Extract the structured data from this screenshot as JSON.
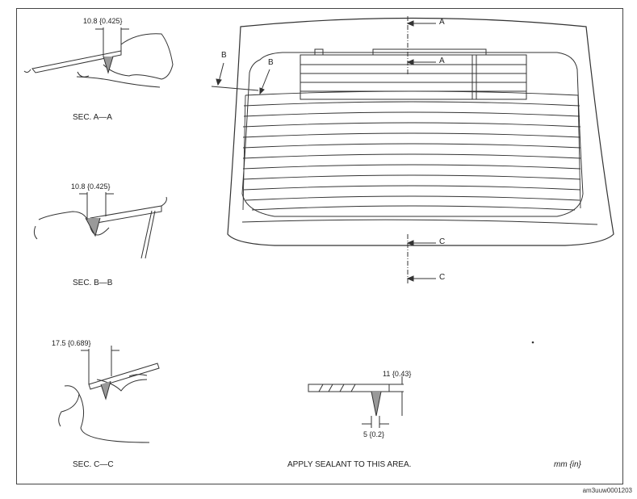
{
  "sections": {
    "aa": {
      "label": "SEC. A—A",
      "dim": "10.8 {0.425}"
    },
    "bb": {
      "label": "SEC. B—B",
      "dim": "10.8 {0.425}"
    },
    "cc": {
      "label": "SEC. C—C",
      "dim": "17.5 {0.689}"
    }
  },
  "markers": {
    "a_top": "A",
    "a_mid": "A",
    "b_out": "B",
    "b_in": "B",
    "c_mid": "C",
    "c_bot": "C"
  },
  "detail": {
    "height_dim": "11 {0.43}",
    "width_dim": "5 {0.2}",
    "caption": "APPLY SEALANT TO THIS AREA."
  },
  "units": "mm {in}",
  "doc_id": "am3uuw0001203"
}
